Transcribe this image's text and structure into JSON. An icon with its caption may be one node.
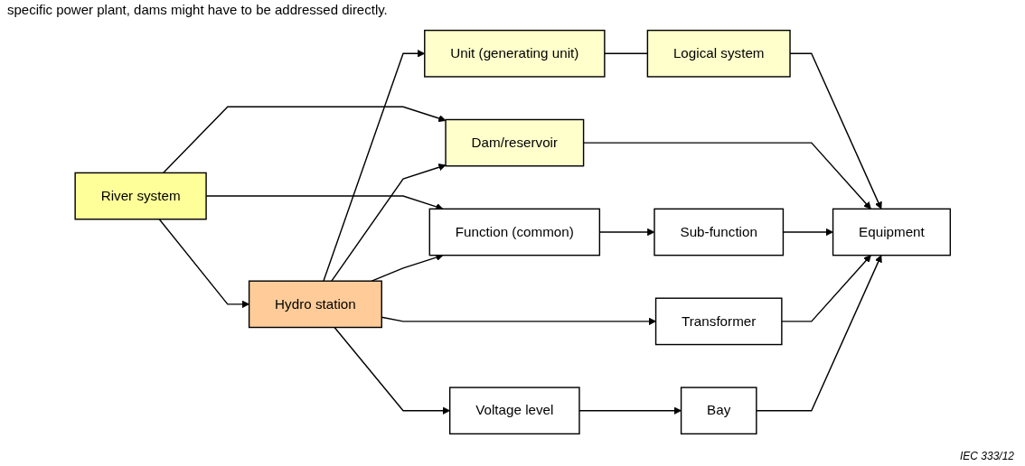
{
  "diagram": {
    "nodes": [
      {
        "text": [
          "River system"
        ]
      },
      {
        "text": [
          "Unit (generating unit)"
        ]
      },
      {
        "text": [
          "Logical system"
        ]
      },
      {
        "text": [
          "Dam/reservoir"
        ]
      },
      {
        "text": [
          "Hydro station"
        ]
      },
      {
        "text": [
          "Function (common)"
        ]
      },
      {
        "text": [
          "Sub-function"
        ]
      },
      {
        "text": [
          "Equipment"
        ]
      },
      {
        "text": [
          "Transformer"
        ]
      },
      {
        "text": [
          "Voltage level"
        ]
      },
      {
        "text": [
          "Bay"
        ]
      }
    ],
    "edges": [
      {
        "from": 0,
        "to": 4,
        "arrow": "to"
      },
      {
        "from": 0,
        "to": 5,
        "arrow": "to"
      },
      {
        "from": 0,
        "to": 3,
        "arrow": "to"
      },
      {
        "from": 4,
        "to": 1,
        "arrow": "to"
      },
      {
        "from": 4,
        "to": 3,
        "arrow": "to"
      },
      {
        "from": 4,
        "to": 5,
        "arrow": "to"
      },
      {
        "from": 4,
        "to": 8,
        "arrow": "to"
      },
      {
        "from": 4,
        "to": 9,
        "arrow": "to"
      },
      {
        "from": 1,
        "to": 2,
        "arrow": "none"
      },
      {
        "from": 2,
        "to": 7,
        "arrow": "to"
      },
      {
        "from": 3,
        "to": 7,
        "arrow": "to"
      },
      {
        "from": 5,
        "to": 6,
        "arrow": "to"
      },
      {
        "from": 6,
        "to": 7,
        "arrow": "to"
      },
      {
        "from": 8,
        "to": 7,
        "arrow": "to"
      },
      {
        "from": 9,
        "to": 10,
        "arrow": "to"
      },
      {
        "from": 10,
        "to": 7,
        "arrow": "to"
      }
    ],
    "labels": [
      "specific power plant, dams might have to be addressed directly.",
      "IEC 333/12"
    ]
  }
}
